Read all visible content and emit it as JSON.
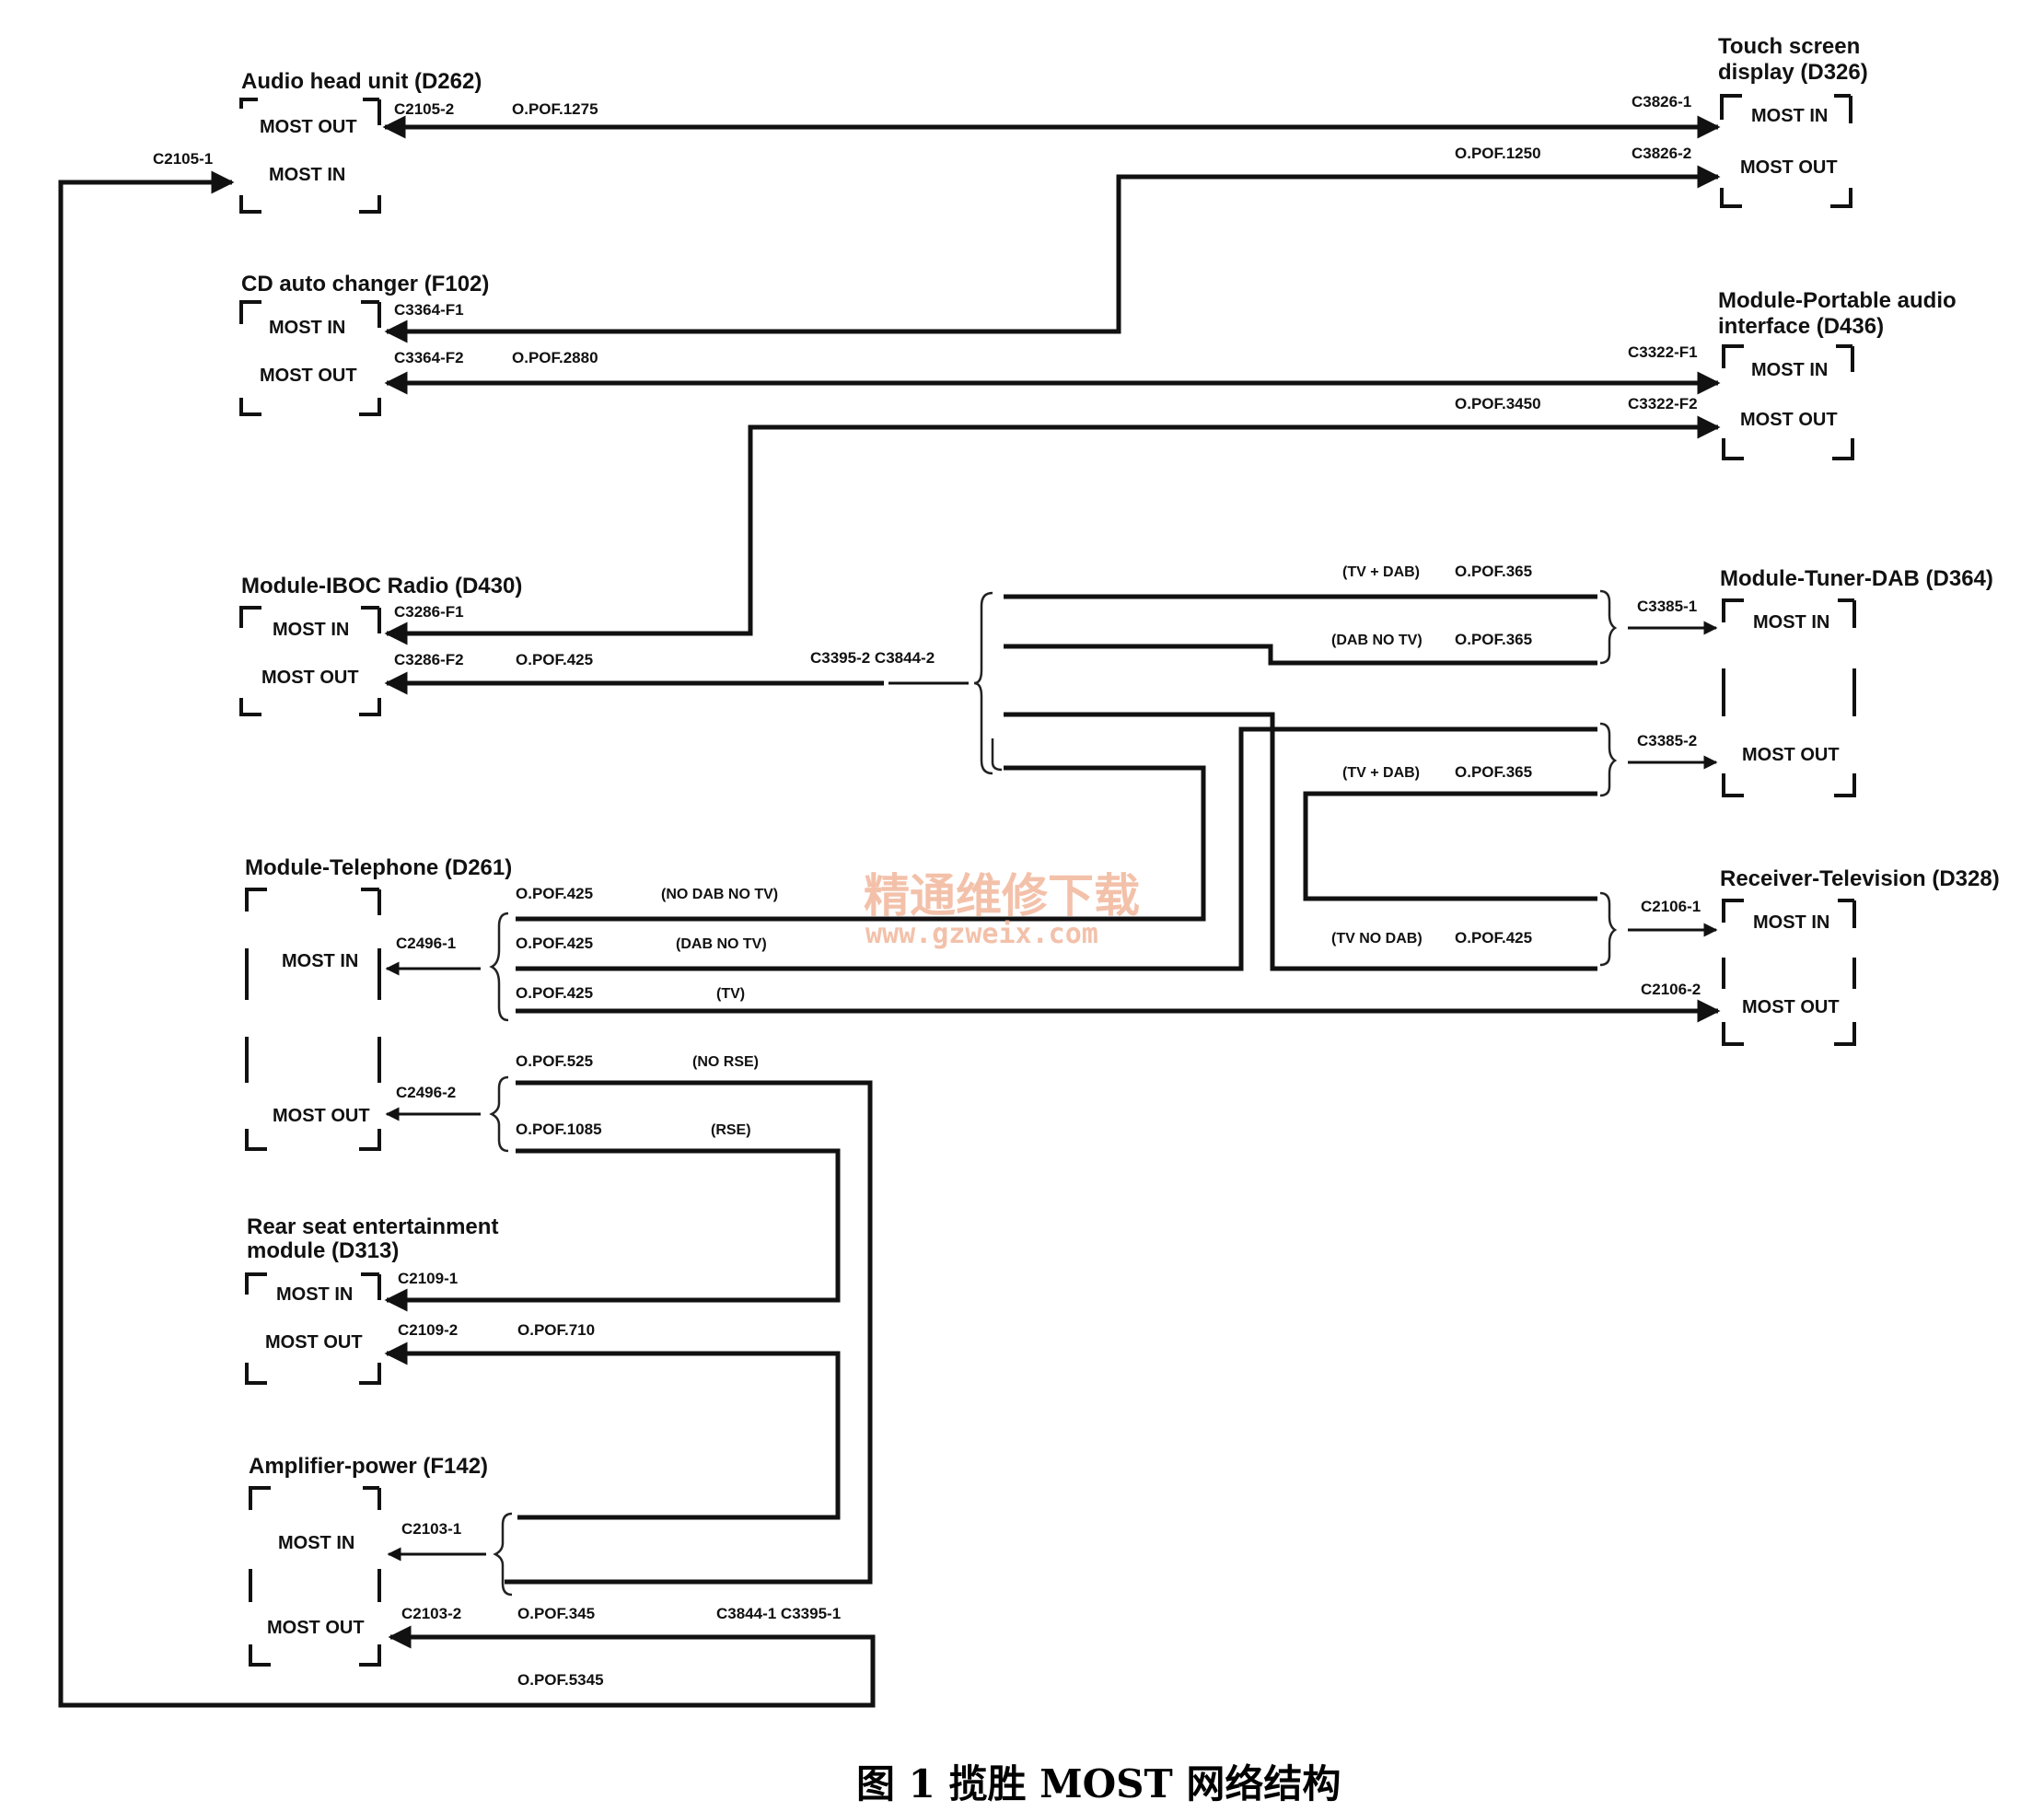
{
  "modules": {
    "audio_head_unit": {
      "name": "Audio head unit (D262)",
      "port_out": "MOST OUT",
      "port_in": "MOST IN"
    },
    "cd_auto_changer": {
      "name": "CD auto changer (F102)",
      "port_in": "MOST IN",
      "port_out": "MOST OUT"
    },
    "iboc_radio": {
      "name": "Module-IBOC Radio (D430)",
      "port_in": "MOST IN",
      "port_out": "MOST OUT"
    },
    "telephone": {
      "name": "Module-Telephone (D261)",
      "port_in": "MOST IN",
      "port_out": "MOST OUT"
    },
    "rear_seat": {
      "name_line1": "Rear seat entertainment",
      "name_line2": "module (D313)",
      "port_in": "MOST IN",
      "port_out": "MOST OUT"
    },
    "amplifier": {
      "name": "Amplifier-power (F142)",
      "port_in": "MOST IN",
      "port_out": "MOST OUT"
    },
    "touch_screen": {
      "name_line1": "Touch screen",
      "name_line2": "display (D326)",
      "port_in": "MOST IN",
      "port_out": "MOST OUT"
    },
    "portable_audio": {
      "name_line1": "Module-Portable audio",
      "name_line2": "interface (D436)",
      "port_in": "MOST IN",
      "port_out": "MOST OUT"
    },
    "tuner_dab": {
      "name": "Module-Tuner-DAB (D364)",
      "port_in": "MOST IN",
      "port_out": "MOST OUT"
    },
    "receiver_tv": {
      "name": "Receiver-Television (D328)",
      "port_in": "MOST IN",
      "port_out": "MOST OUT"
    }
  },
  "connectors": {
    "c2105_2": "C2105-2",
    "c2105_1": "C2105-1",
    "c3826_1": "C3826-1",
    "c3826_2": "C3826-2",
    "c3364_f1": "C3364-F1",
    "c3364_f2": "C3364-F2",
    "c3322_f1": "C3322-F1",
    "c3322_f2": "C3322-F2",
    "c3286_f1": "C3286-F1",
    "c3286_f2": "C3286-F2",
    "c3395_c3844_2": "C3395-2 C3844-2",
    "c3385_1": "C3385-1",
    "c3385_2": "C3385-2",
    "c2496_1": "C2496-1",
    "c2496_2": "C2496-2",
    "c2108_1_tv": "C2106-1",
    "c2108_2_tv": "C2106-2",
    "c2109_1": "C2109-1",
    "c2109_2": "C2109-2",
    "c2103_1": "C2103-1",
    "c2103_2": "C2103-2",
    "c3844_1_c3395_1": "C3844-1 C3395-1"
  },
  "cables": {
    "pof_1275": "O.POF.1275",
    "pof_1250": "O.POF.1250",
    "pof_2880": "O.POF.2880",
    "pof_3450": "O.POF.3450",
    "pof_425_iboc": "O.POF.425",
    "pof_365_a": "O.POF.365",
    "pof_365_b": "O.POF.365",
    "pof_365_c": "O.POF.365",
    "pof_425_nodab": "O.POF.425",
    "pof_425_dabnotv": "O.POF.425",
    "pof_425_tv": "O.POF.425",
    "pof_425_tvnodab": "O.POF.425",
    "pof_525": "O.POF.525",
    "pof_1085": "O.POF.1085",
    "pof_710": "O.POF.710",
    "pof_345": "O.POF.345",
    "pof_5345": "O.POF.5345"
  },
  "notes": {
    "tv_dab_1": "(TV + DAB)",
    "dab_no_tv_1": "(DAB NO TV)",
    "tv_dab_2": "(TV + DAB)",
    "tv_no_dab": "(TV NO DAB)",
    "no_dab_no_tv": "(NO DAB NO TV)",
    "dab_no_tv_2": "(DAB NO TV)",
    "tv": "(TV)",
    "no_rse": "(NO RSE)",
    "rse": "(RSE)"
  },
  "watermark": {
    "line1": "精通维修下载",
    "line2": "www.gzweix.com"
  },
  "caption": "图 1   揽胜 MOST 网络结构"
}
